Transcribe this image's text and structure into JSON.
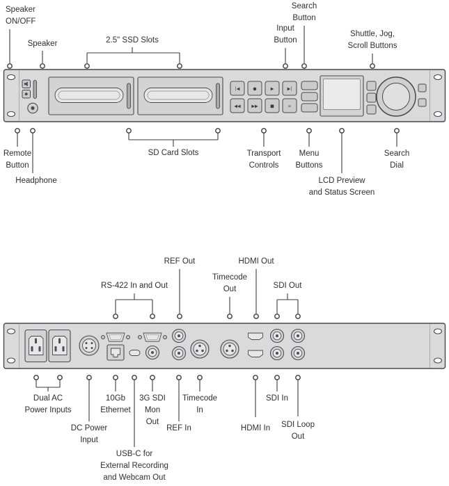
{
  "figure": {
    "type": "hardware-panel-diagram",
    "sections": [
      "front-panel",
      "rear-panel"
    ]
  },
  "front_panel": {
    "callouts": {
      "speaker_on_off": "Speaker\nON/OFF",
      "speaker": "Speaker",
      "ssd_slots": "2.5\" SSD Slots",
      "search_button": "Search\nButton",
      "input_button": "Input\nButton",
      "shuttle_jog_scroll": "Shuttle, Jog,\nScroll Buttons",
      "remote_button": "Remote\nButton",
      "headphone": "Headphone",
      "sd_card_slots": "SD Card Slots",
      "transport_controls": "Transport\nControls",
      "menu_buttons": "Menu\nButtons",
      "lcd_preview": "LCD Preview\nand Status Screen",
      "search_dial": "Search\nDial"
    }
  },
  "rear_panel": {
    "callouts": {
      "ref_out": "REF Out",
      "hdmi_out": "HDMI Out",
      "rs422": "RS-422 In and Out",
      "timecode_out": "Timecode\nOut",
      "sdi_out": "SDI Out",
      "dual_ac": "Dual AC\nPower Inputs",
      "dc_power": "DC Power\nInput",
      "ethernet_10gb": "10Gb\nEthernet",
      "usb_c": "USB-C for\nExternal Recording\nand Webcam Out",
      "sdi_mon_out": "3G SDI\nMon\nOut",
      "ref_in": "REF In",
      "timecode_in": "Timecode\nIn",
      "hdmi_in": "HDMI In",
      "sdi_in": "SDI In",
      "sdi_loop_out": "SDI Loop\nOut"
    }
  },
  "icons": {
    "skip_back": "|◀",
    "record": "●",
    "play": "▶",
    "skip_forward": "▶|",
    "rewind": "◀◀",
    "fast_forward": "▶▶",
    "stop": "■",
    "loop": "∞"
  },
  "colors": {
    "background": "#ffffff",
    "chassis": "#dadada",
    "outline": "#49494d",
    "callout": "#3c3c40",
    "label_text": "#2f2f33"
  }
}
